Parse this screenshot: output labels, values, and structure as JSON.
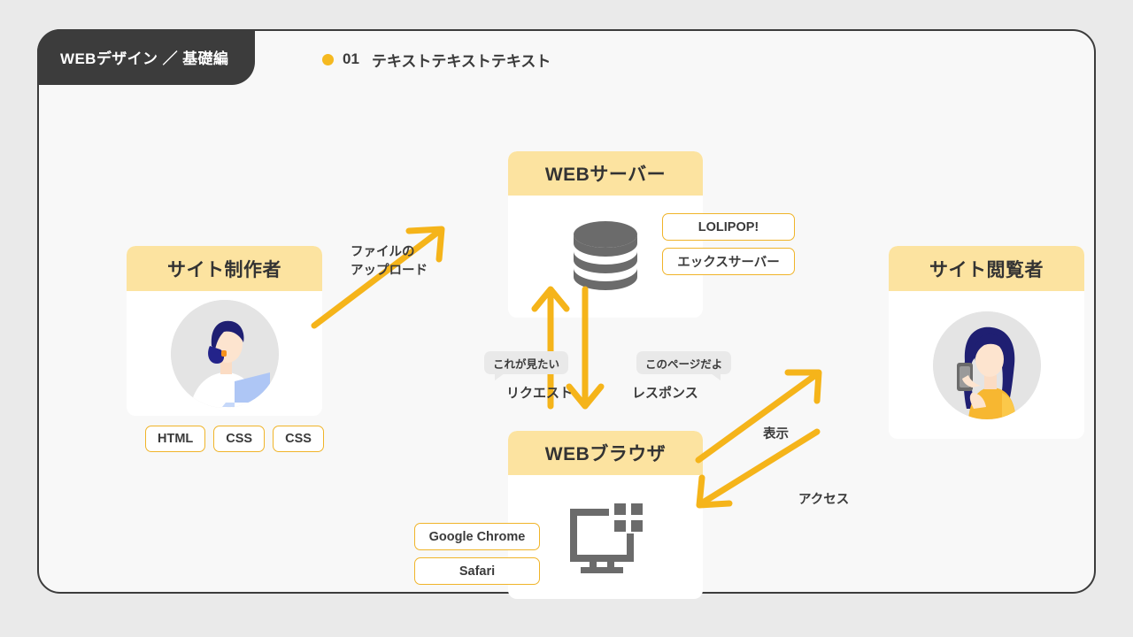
{
  "header": {
    "tab_label": "WEBデザイン ／ 基礎編",
    "bullet_icon": "dot-icon",
    "number": "01",
    "title": "テキストテキストテキスト",
    "accent_color": "#f5b920",
    "tab_bg": "#3c3c3c"
  },
  "theme": {
    "page_bg": "#eaeaea",
    "panel_bg": "#f8f8f8",
    "card_head_bg": "#fce3a0",
    "chip_border": "#f0b429",
    "arrow_color": "#f5b41a",
    "icon_gray": "#6b6b6b",
    "bubble_bg": "#e9e9e9",
    "hair_navy": "#1f1f72",
    "shirt_yellow": "#f7b731"
  },
  "cards": {
    "creator": {
      "title": "サイト制作者",
      "avatar_icon": "person-at-laptop-icon",
      "tags": [
        "HTML",
        "CSS",
        "CSS"
      ]
    },
    "server": {
      "title": "WEBサーバー",
      "icon": "database-stack-icon",
      "tags": [
        "LOLIPOP!",
        "エックスサーバー"
      ]
    },
    "browser": {
      "title": "WEBブラウザ",
      "icon": "monitor-icon",
      "tags": [
        "Google Chrome",
        "Safari"
      ]
    },
    "viewer": {
      "title": "サイト閲覧者",
      "avatar_icon": "person-with-smartphone-icon"
    }
  },
  "flows": {
    "upload": {
      "label": "ファイルの\nアップロード",
      "arrow_icon": "arrow-up-right-icon"
    },
    "request": {
      "label": "リクエスト",
      "bubble": "これが見たい",
      "arrow_icon": "arrow-up-icon"
    },
    "response": {
      "label": "レスポンス",
      "bubble": "このページだよ",
      "arrow_icon": "arrow-down-icon"
    },
    "display": {
      "label": "表示",
      "arrow_icon": "arrow-up-right-icon"
    },
    "access": {
      "label": "アクセス",
      "arrow_icon": "arrow-down-left-icon"
    }
  }
}
